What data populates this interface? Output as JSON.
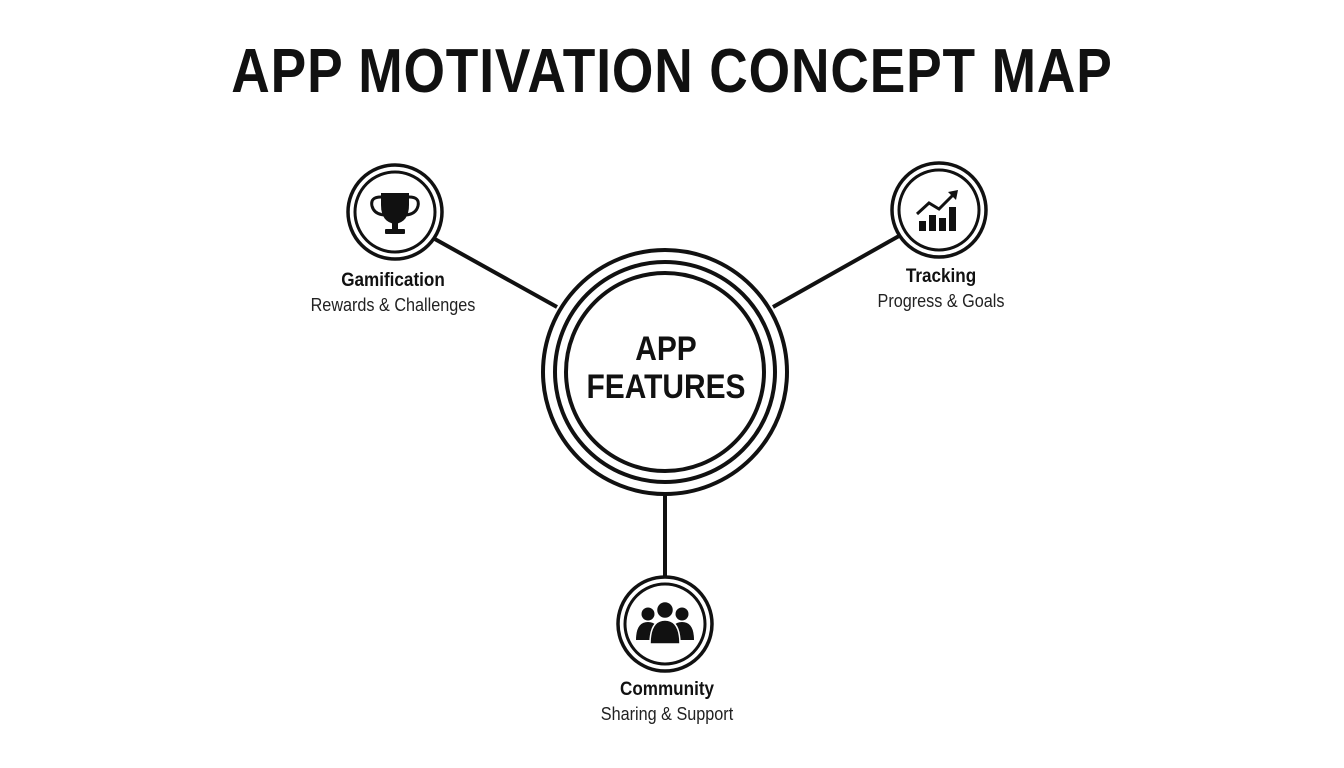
{
  "title": "APP MOTIVATION CONCEPT MAP",
  "center": {
    "line1": "APP",
    "line2": "FEATURES"
  },
  "nodes": [
    {
      "id": "gamification",
      "title": "Gamification",
      "subtitle": "Rewards & Challenges",
      "icon": "trophy-icon"
    },
    {
      "id": "tracking",
      "title": "Tracking",
      "subtitle": "Progress & Goals",
      "icon": "growth-chart-icon"
    },
    {
      "id": "community",
      "title": "Community",
      "subtitle": "Sharing & Support",
      "icon": "people-group-icon"
    }
  ],
  "colors": {
    "ink": "#111111",
    "background": "#ffffff"
  }
}
